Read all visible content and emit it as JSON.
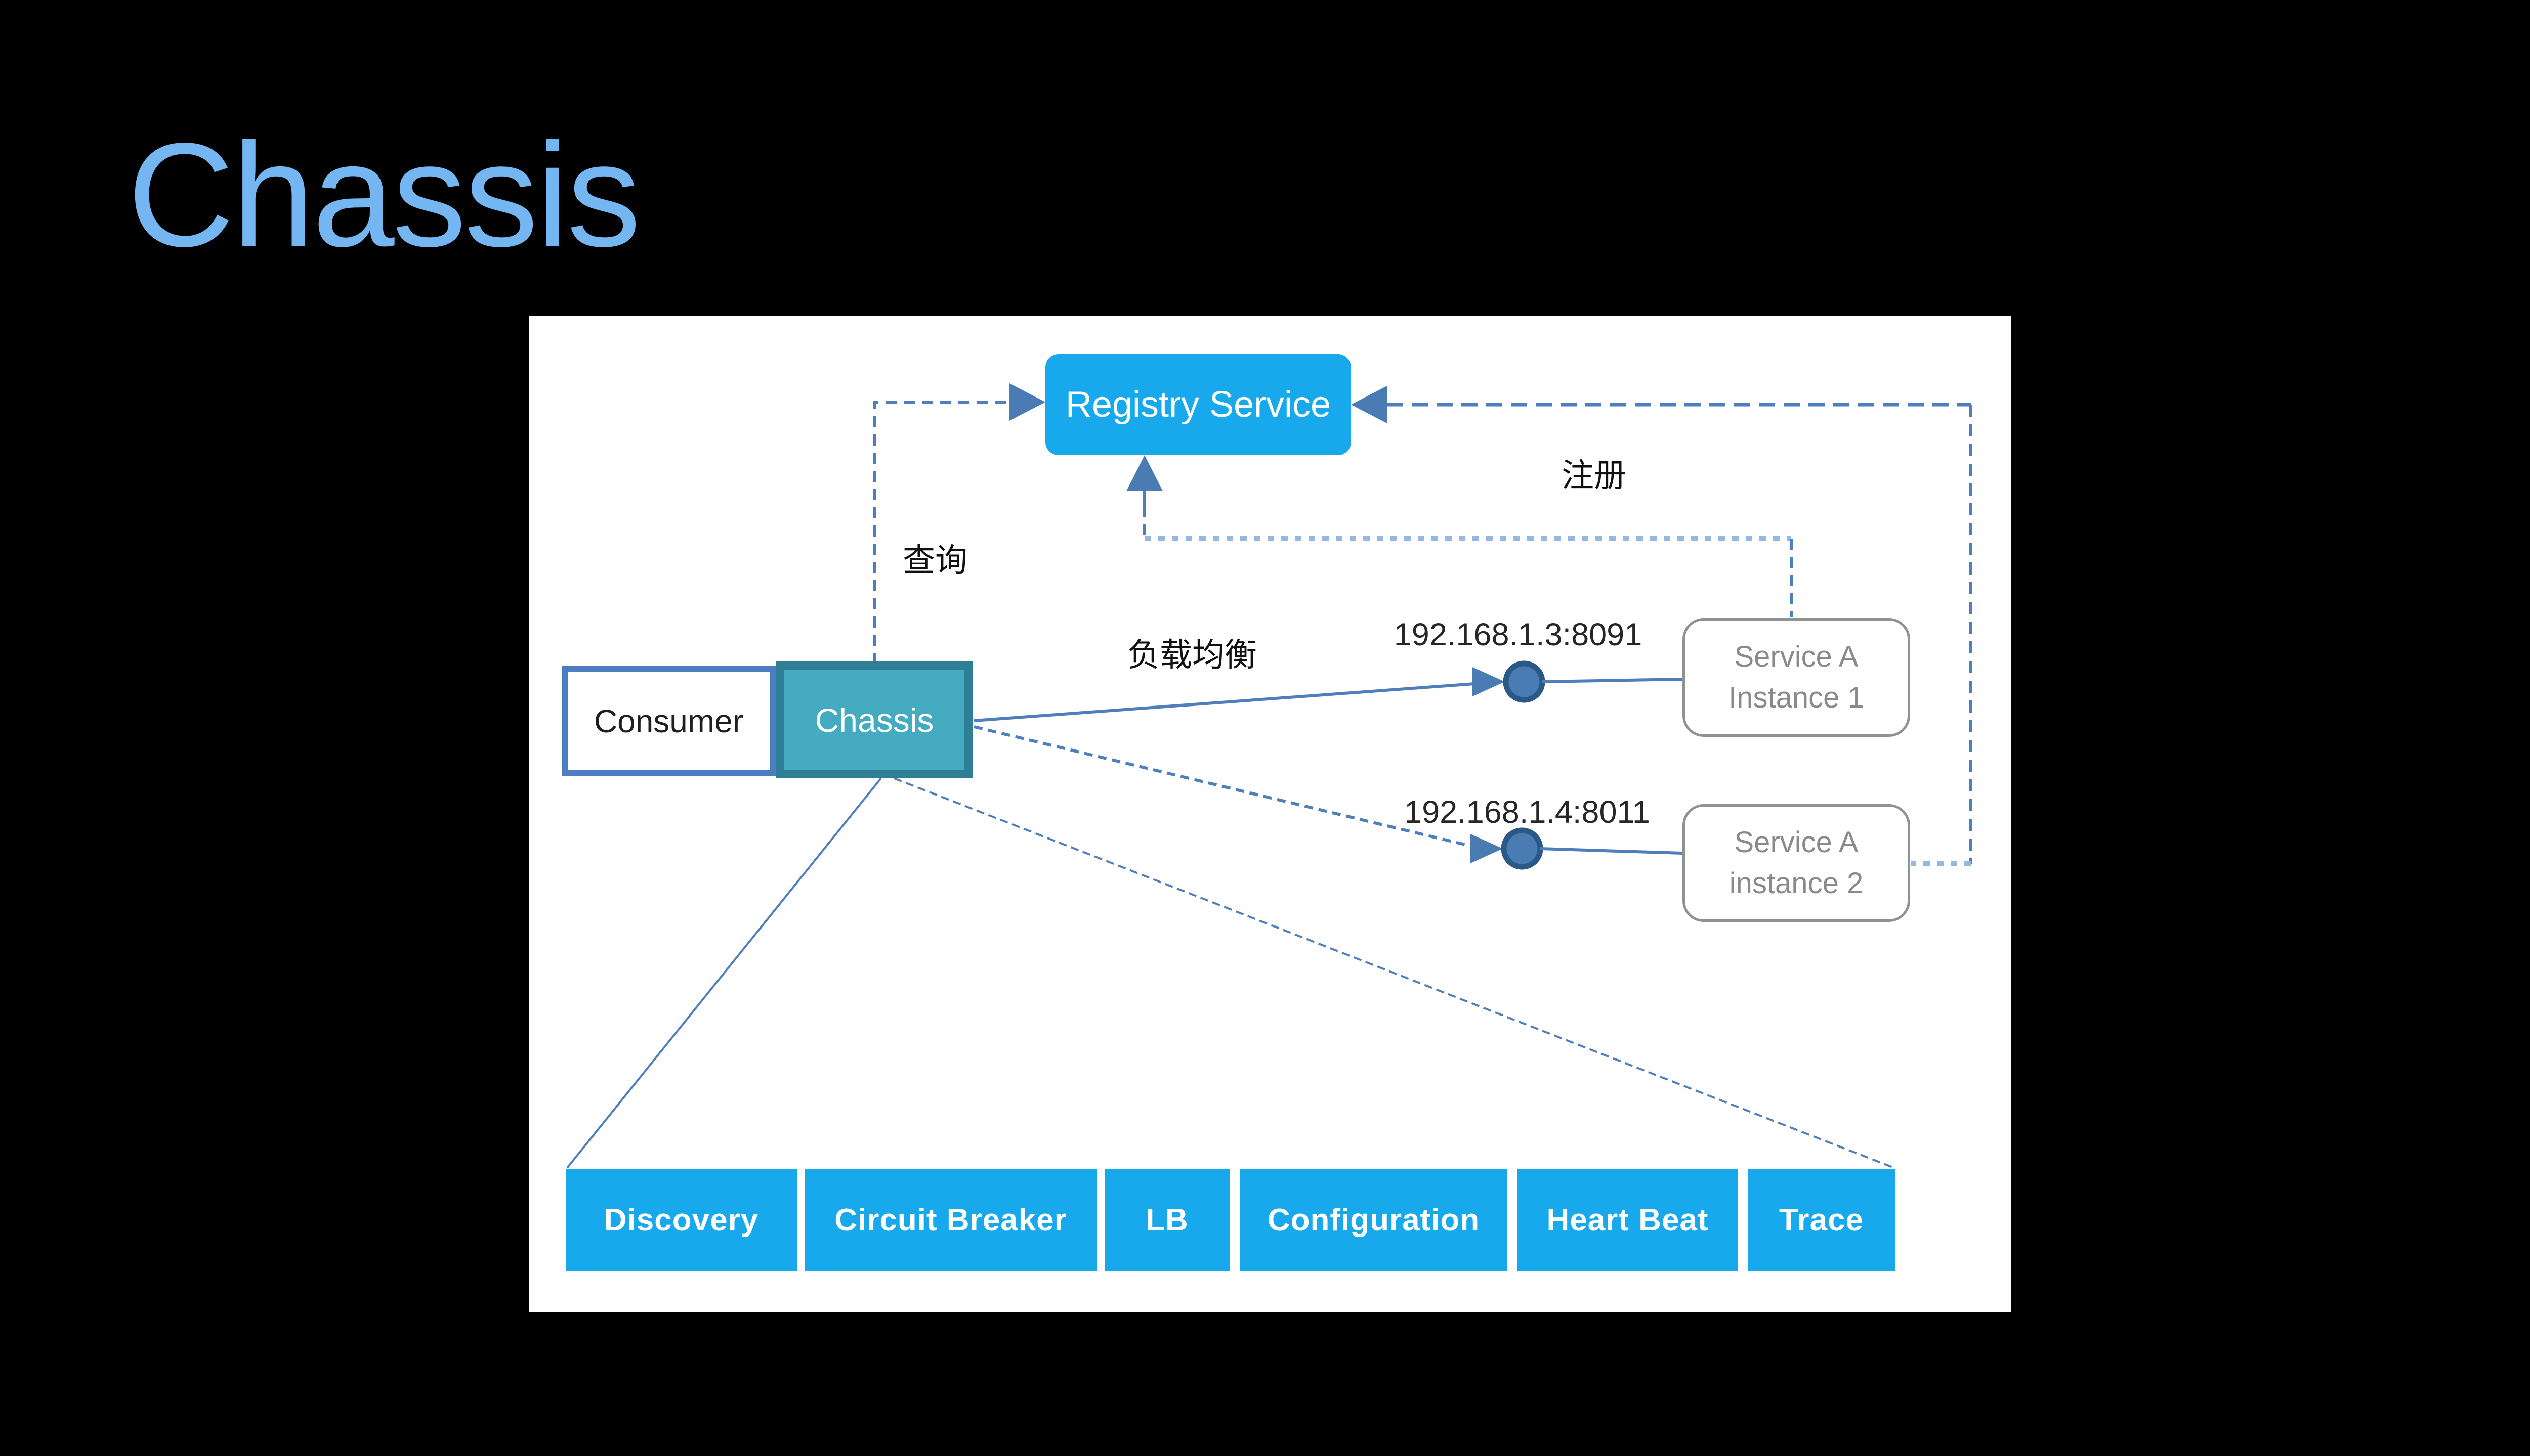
{
  "slide": {
    "title": "Chassis"
  },
  "diagram": {
    "registry": {
      "label": "Registry Service"
    },
    "consumer": {
      "label": "Consumer"
    },
    "chassis": {
      "label": "Chassis"
    },
    "instances": [
      {
        "line1": "Service A",
        "line2": "Instance 1",
        "ip": "192.168.1.3:8091"
      },
      {
        "line1": "Service A",
        "line2": "instance 2",
        "ip": "192.168.1.4:8011"
      }
    ],
    "edge_labels": {
      "query": "查询",
      "register": "注册",
      "load_balance": "负载均衡"
    },
    "components": [
      "Discovery",
      "Circuit Breaker",
      "LB",
      "Configuration",
      "Heart Beat",
      "Trace"
    ]
  },
  "colors": {
    "slide_background": "#000000",
    "title_text": "#74b6f2",
    "canvas_background": "#ffffff",
    "box_cyan": "#18a8ec",
    "chassis_fill": "#45abc1",
    "chassis_border": "#2e7f96",
    "consumer_border": "#4c7ebf",
    "connector_blue": "#4e7fbc",
    "connector_dark": "#2a5887",
    "dotted_light_blue": "#94b8df",
    "instance_border": "#919191",
    "instance_text": "#8a8a8a"
  }
}
